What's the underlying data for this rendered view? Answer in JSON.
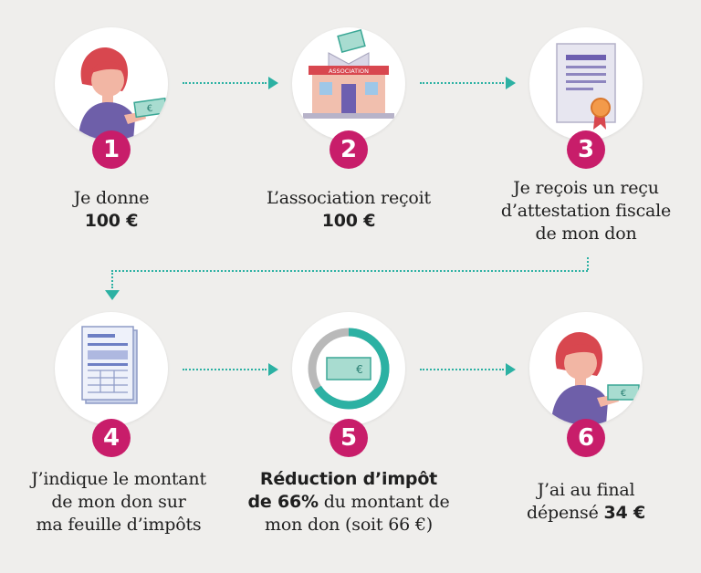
{
  "colors": {
    "badge": "#c81d6a",
    "connector": "#2cb1a3",
    "background": "#efeeec"
  },
  "steps": [
    {
      "number": "1",
      "icon": "woman-giving-banknote-icon",
      "line1": "Je donne",
      "bold1": "100 €"
    },
    {
      "number": "2",
      "icon": "association-building-icon",
      "line1": "L’association reçoit",
      "bold1": "100 €"
    },
    {
      "number": "3",
      "icon": "certificate-icon",
      "line1": "Je reçois un reçu",
      "line2": "d’attestation fiscale",
      "line3": "de mon don"
    },
    {
      "number": "4",
      "icon": "tax-form-icon",
      "line1": "J’indique le montant",
      "line2": "de mon don sur",
      "line3": "ma feuille d’impôts"
    },
    {
      "number": "5",
      "icon": "reduction-gauge-icon",
      "bold1": "Réduction d’impôt",
      "bold2": "de 66%",
      "rest2": " du montant de",
      "line3": "mon don (soit 66 €)",
      "gauge_fraction": 0.66
    },
    {
      "number": "6",
      "icon": "woman-holding-banknote-icon",
      "line1": "J’ai au final",
      "line2a": "dépensé ",
      "bold2": "34 €"
    }
  ]
}
